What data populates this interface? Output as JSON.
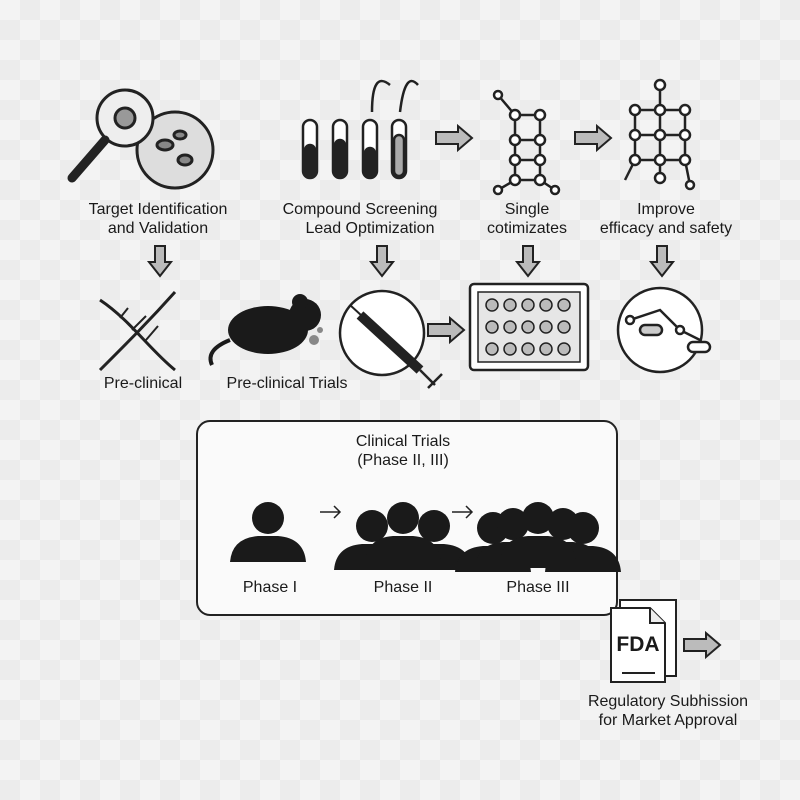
{
  "top_row": [
    {
      "line1": "Target Identification",
      "line2": "and Validation",
      "icon": "magnifier-cell-icon"
    },
    {
      "line1": "Compound Screening",
      "line2": "Lead Optimization",
      "icon": "test-tubes-icon"
    },
    {
      "line1": "Single",
      "line2": "cotimizates",
      "icon": "molecule-icon"
    },
    {
      "line1": "Improve",
      "line2": "efficacy and safety",
      "icon": "molecule-network-icon"
    }
  ],
  "middle_row": {
    "preclinical": "Pre-clinical",
    "preclinical_trials": "Pre-clinical Trials"
  },
  "clinical": {
    "title": "Clinical Trials",
    "subtitle": "(Phase II, III)",
    "phases": [
      "Phase I",
      "Phase II",
      "Phase III"
    ]
  },
  "regulatory": {
    "doc_label": "FDA",
    "line1": "Regulatory Subhission",
    "line2": "for Market Approval"
  }
}
